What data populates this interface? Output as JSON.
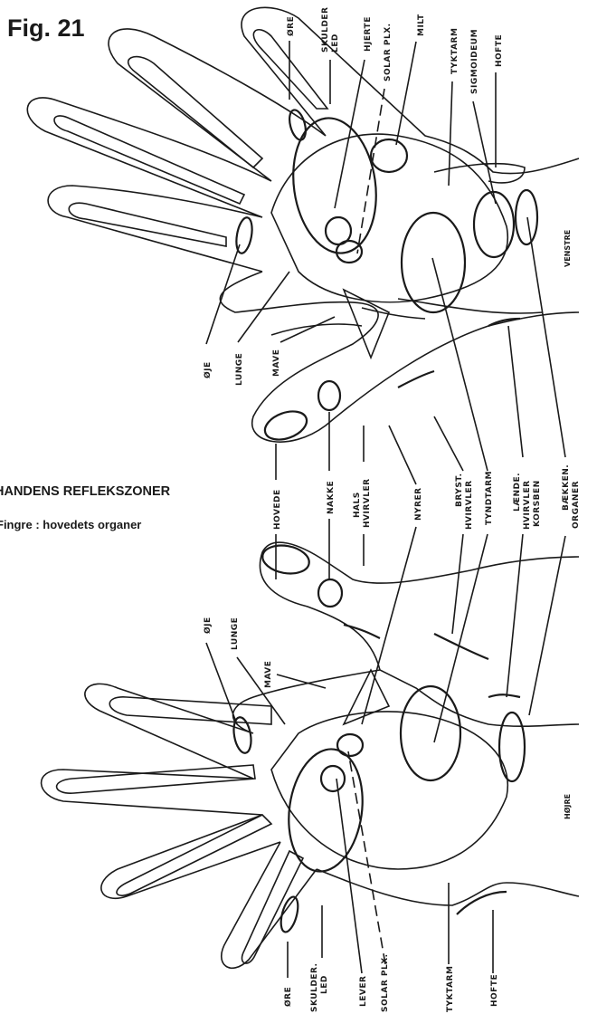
{
  "figure_number": "Fig. 21",
  "caption_title": "HANDENS REFLEKSZONER",
  "caption_sub": "Fingre : hovedets organer",
  "hand_left_label": "VENSTRE",
  "hand_right_label": "HØJRE",
  "labels_top": {
    "ore": "ØRE",
    "skulder_1": "SKULDER",
    "skulder_2": "LED",
    "hjerte": "HJERTE",
    "solar": "SOLAR PLX.",
    "milt": "MILT",
    "tyktarm": "TYKTARM",
    "sigmoideum": "SIGMOIDEUM",
    "hofte": "HOFTE"
  },
  "labels_mid": {
    "oje": "ØJE",
    "lunge": "LUNGE",
    "mave": "MAVE"
  },
  "labels_center": {
    "hovede": "HOVEDE",
    "nakke": "NAKKE",
    "hals_1": "HALS",
    "hals_2": "HVIRVLER",
    "nyrer": "NYRER",
    "bryst_1": "BRYST.",
    "bryst_2": "HVIRVLER",
    "tyndtarm": "TYNDTARM",
    "laende_1": "LÆNDE.",
    "laende_2": "HVIRVLER",
    "laende_3": "KORSBEN",
    "baekken_1": "BÆKKEN.",
    "baekken_2": "ORGANER"
  },
  "labels_lower": {
    "oje": "ØJE",
    "lunge": "LUNGE",
    "mave": "MAVE"
  },
  "labels_bottom": {
    "ore": "ØRE",
    "skulder_1": "SKULDER.",
    "skulder_2": "LED",
    "lever": "LEVER",
    "solar": "SOLAR PLX.",
    "tyktarm": "TYKTARM",
    "hofte": "HOFTE"
  }
}
